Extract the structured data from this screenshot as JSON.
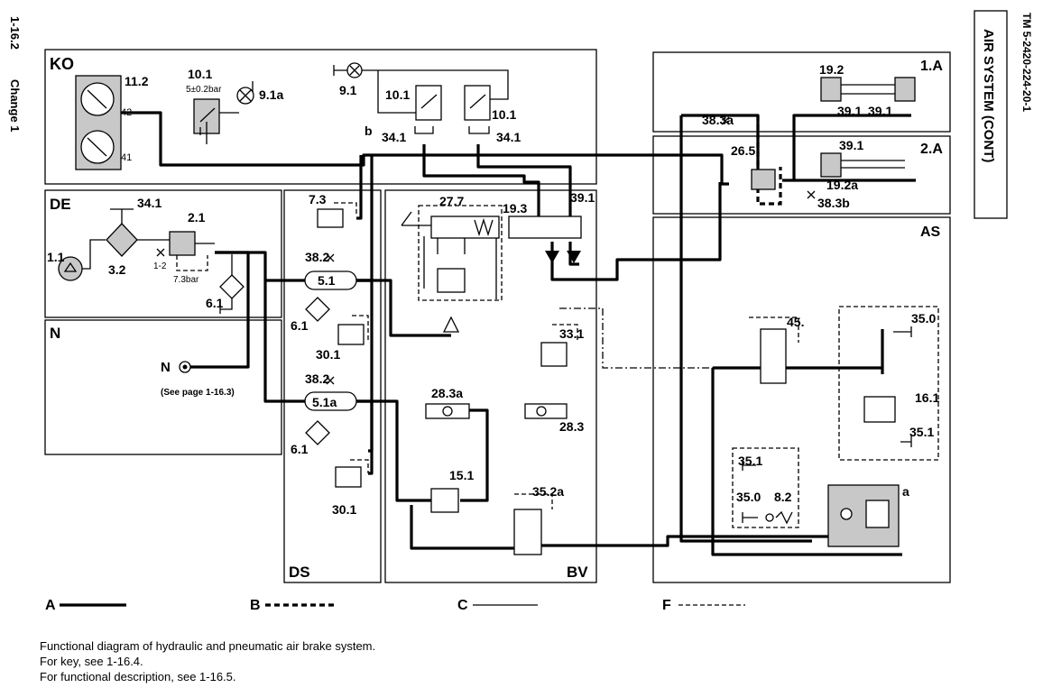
{
  "header": {
    "page_number": "1-16.2",
    "change": "Change 1",
    "doc_number": "TM 5-2420-224-20-1",
    "section_title": "AIR SYSTEM (CONT)"
  },
  "sections": {
    "ko": "KO",
    "de": "DE",
    "n": "N",
    "ds": "DS",
    "bv": "BV",
    "a1": "1.A",
    "a2": "2.A",
    "as": "AS"
  },
  "labels": {
    "c11_2": "11.2",
    "c10_1a": "10.1",
    "bar5": "5±0.2bar",
    "c9_1a": "9.1a",
    "p42": "42",
    "p41": "41",
    "c9_1": "9.1",
    "c10_1b": "10.1",
    "c10_1c": "10.1",
    "b": "b",
    "c34_1a": "34.1",
    "c34_1b": "34.1",
    "c34_1c": "34.1",
    "c2_1": "2.1",
    "c1_1": "1.1",
    "c3_2": "3.2",
    "bar73": "7.3bar",
    "p12": "1-2",
    "c6_1a": "6.1",
    "c7_3": "7.3",
    "c38_2a": "38.2",
    "c5_1": "5.1",
    "c6_1b": "6.1",
    "c30_1a": "30.1",
    "c38_2b": "38.2",
    "c5_1a": "5.1a",
    "c6_1c": "6.1",
    "c30_1b": "30.1",
    "n_label": "N",
    "see_page": "(See page 1-16.3)",
    "c27_7": "27.7",
    "c19_3": "19.3",
    "c39_1a": "39.1",
    "c33_1": "33.1",
    "c28_3a": "28.3a",
    "c28_3": "28.3",
    "c15_1": "15.1",
    "c35_2a": "35.2a",
    "c19_2": "19.2",
    "c39_1b": "39.1",
    "c39_1c": "39.1",
    "c38_3a": "38.3a",
    "c26_5": "26.5",
    "c39_1d": "39.1",
    "c19_2a": "19.2a",
    "c38_3b": "38.3b",
    "c45": "45.",
    "c35_0a": "35.0",
    "c16_1": "16.1",
    "c35_1a": "35.1",
    "c35_1b": "35.1",
    "c35_0b": "35.0",
    "c8_2": "8.2",
    "a_lbl": "a"
  },
  "legend": [
    {
      "key": "A",
      "style": "solid-thick"
    },
    {
      "key": "B",
      "style": "dashed-thick"
    },
    {
      "key": "C",
      "style": "solid-thin"
    },
    {
      "key": "F",
      "style": "dashed-thin"
    }
  ],
  "caption": {
    "line1": "Functional diagram of hydraulic and pneumatic air brake system.",
    "line2": "For key, see 1-16.4.",
    "line3": "For functional description, see 1-16.5."
  }
}
